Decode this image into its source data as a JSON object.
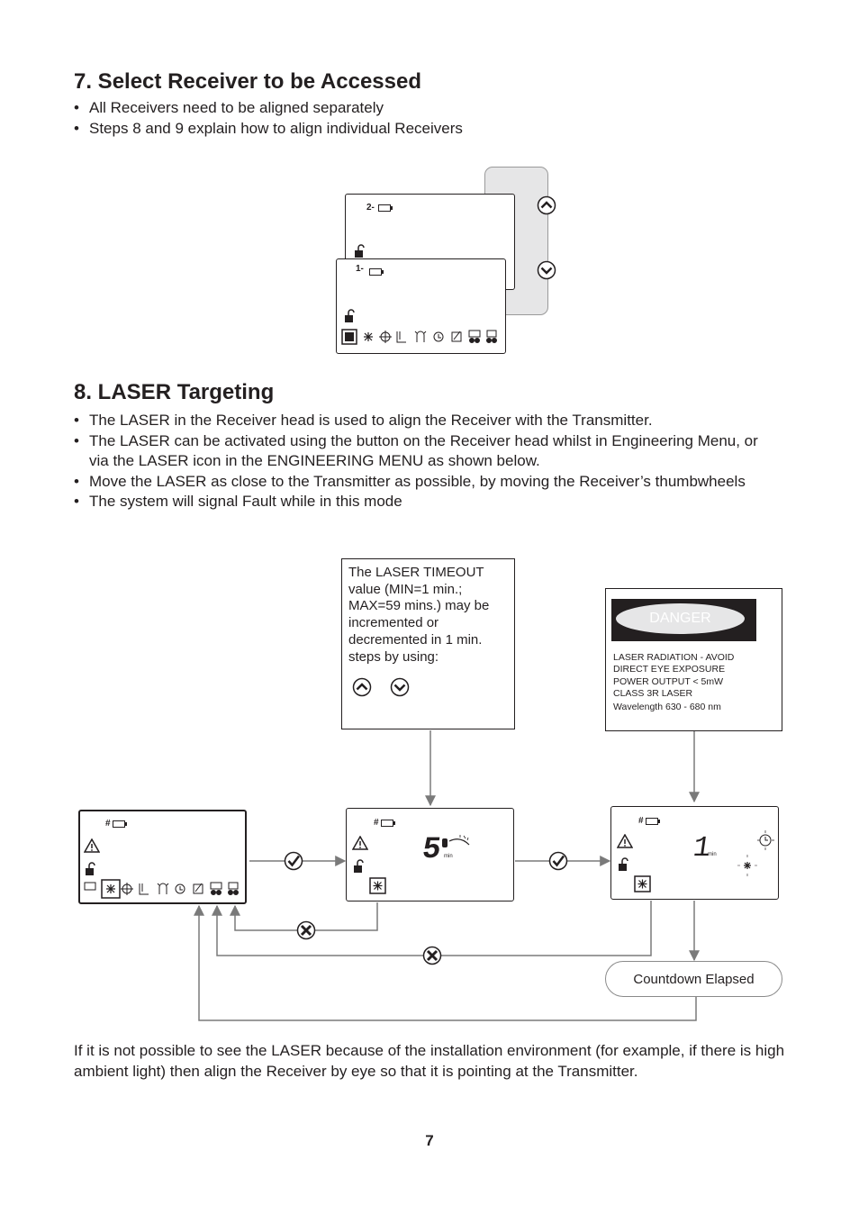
{
  "section7": {
    "title": "7. Select Receiver to be Accessed",
    "bullets": [
      "All Receivers need to be aligned separately",
      "Steps 8 and 9 explain how to align individual Receivers"
    ],
    "receiver_labels": [
      "2-",
      "1-"
    ]
  },
  "section8": {
    "title": "8. LASER Targeting",
    "bullets": [
      "The LASER in the Receiver head is used to align the Receiver with the Transmitter.",
      "The LASER can be activated using the button on the Receiver head whilst in Engineering Menu, or via the LASER icon in the ENGINEERING MENU as shown below.",
      "Move the LASER as close to the Transmitter as possible, by moving the Receiver’s thumbwheels",
      "The system will signal Fault while in this mode"
    ]
  },
  "timeout_box": {
    "text": "The LASER TIMEOUT value (MIN=1 min.; MAX=59 mins.) may be incremented or decremented in 1 min. steps by using:"
  },
  "danger_box": {
    "badge": "DANGER",
    "lines": [
      "LASER RADIATION - AVOID",
      "DIRECT EYE EXPOSURE",
      "POWER OUTPUT < 5mW",
      "CLASS 3R LASER"
    ],
    "wavelength": "Wavelength 630 - 680 nm"
  },
  "displays": {
    "channel_label": "#",
    "timer_start": "5",
    "timer_end": "1",
    "unit": "min"
  },
  "countdown_label": "Countdown Elapsed",
  "bottom_text": "If it is not possible to see the LASER because of the installation environment (for example, if there is high ambient light) then align the Receiver by eye so that it is pointing at the Transmitter.",
  "page_number": "7",
  "colors": {
    "ink": "#231f20",
    "line": "#7a7a7a",
    "panel": "#e6e6e7",
    "danger": "#231f20"
  }
}
